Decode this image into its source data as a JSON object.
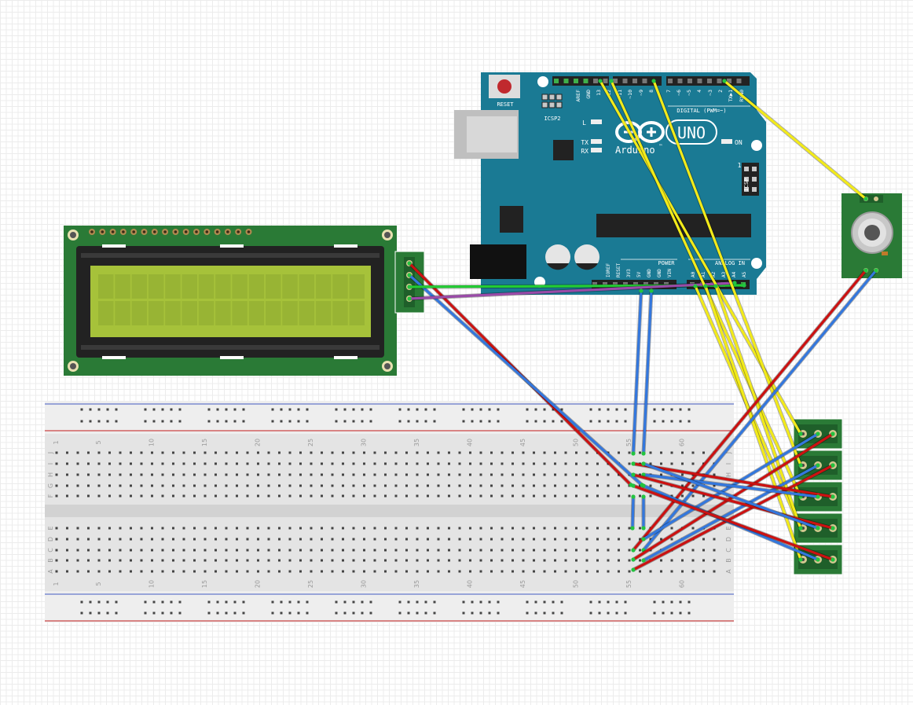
{
  "arduino": {
    "reset_label": "RESET",
    "icsp2_label": "ICSP2",
    "icsp_label": "ICSP",
    "icsp_pin1": "1",
    "digital_label": "DIGITAL (PWM=~)",
    "top_pins": [
      "AREF",
      "GND",
      "13",
      "12",
      "~11",
      "~10",
      "~9",
      "8",
      "7",
      "~6",
      "~5",
      "4",
      "~3",
      "2",
      "TX▶1",
      "RX◀0"
    ],
    "l_label": "L",
    "tx_label": "TX",
    "rx_label": "RX",
    "on_label": "ON",
    "brand": "Arduino",
    "tm": "™",
    "uno": "UNO",
    "power_label": "POWER",
    "analog_label": "ANALOG IN",
    "power_pins": [
      "IOREF",
      "RESET",
      "3V3",
      "5V",
      "GND",
      "GND",
      "VIN"
    ],
    "analog_pins": [
      "A0",
      "A1",
      "A2",
      "A3",
      "A4",
      "A5"
    ]
  },
  "breadboard": {
    "col_numbers": [
      "1",
      "5",
      "10",
      "15",
      "20",
      "25",
      "30",
      "35",
      "40",
      "45",
      "50",
      "55",
      "60"
    ],
    "row_letters_top": [
      "J",
      "I",
      "H",
      "G",
      "F"
    ],
    "row_letters_bottom": [
      "E",
      "D",
      "C",
      "B",
      "A"
    ]
  },
  "colors": {
    "wire_red": "#cc1111",
    "wire_blue": "#3377dd",
    "wire_yellow": "#f2ea1a",
    "wire_green": "#22cc33",
    "wire_purple": "#9a4aa8",
    "pcb_green": "#2a7a36",
    "arduino_teal": "#1a7a94",
    "lcd_screen": "#a6c23a"
  }
}
